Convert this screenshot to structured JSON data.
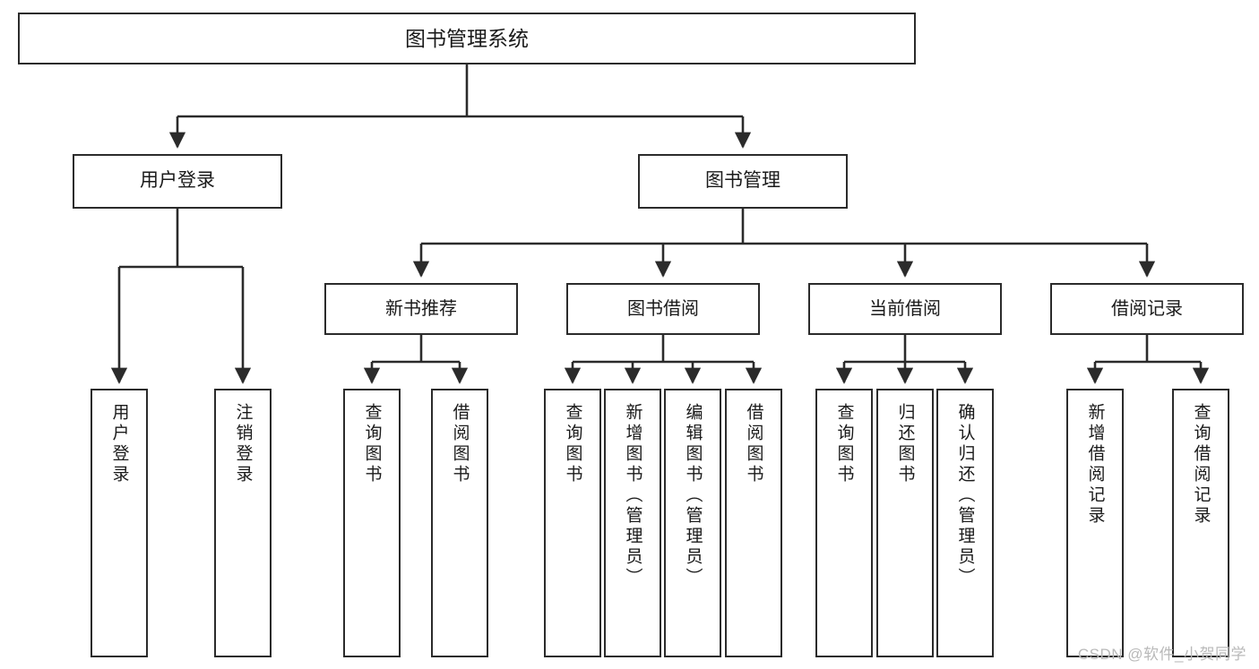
{
  "diagram": {
    "title": "图书管理系统",
    "type": "function-hierarchy-tree",
    "orientation": "top-down",
    "colors": {
      "box_border": "#2b2b2b",
      "box_fill": "#ffffff",
      "edge": "#2b2b2b",
      "text": "#1a1a1a",
      "watermark": "#b9b9b9",
      "background": "#ffffff"
    },
    "nodes": {
      "root": {
        "label": "图书管理系统",
        "level": 0
      },
      "l1": [
        {
          "id": "user-login",
          "label": "用户登录"
        },
        {
          "id": "book-manage",
          "label": "图书管理"
        }
      ],
      "l2": [
        {
          "id": "new-book-recommend",
          "label": "新书推荐",
          "parent": "book-manage"
        },
        {
          "id": "book-borrow",
          "label": "图书借阅",
          "parent": "book-manage"
        },
        {
          "id": "current-borrow",
          "label": "当前借阅",
          "parent": "book-manage"
        },
        {
          "id": "borrow-record",
          "label": "借阅记录",
          "parent": "book-manage"
        }
      ],
      "leaves": [
        {
          "id": "leaf-user-login",
          "label": "用户登录",
          "parent": "user-login"
        },
        {
          "id": "leaf-logout-login",
          "label": "注销登录",
          "parent": "user-login"
        },
        {
          "id": "leaf-query-book-1",
          "label": "查询图书",
          "parent": "new-book-recommend"
        },
        {
          "id": "leaf-borrow-book-1",
          "label": "借阅图书",
          "parent": "new-book-recommend"
        },
        {
          "id": "leaf-query-book-2",
          "label": "查询图书",
          "parent": "book-borrow"
        },
        {
          "id": "leaf-add-book",
          "label": "新增图书（管理员）",
          "parent": "book-borrow"
        },
        {
          "id": "leaf-edit-book",
          "label": "编辑图书（管理员）",
          "parent": "book-borrow"
        },
        {
          "id": "leaf-borrow-book-2",
          "label": "借阅图书",
          "parent": "book-borrow"
        },
        {
          "id": "leaf-query-book-3",
          "label": "查询图书",
          "parent": "current-borrow"
        },
        {
          "id": "leaf-return-book",
          "label": "归还图书",
          "parent": "current-borrow"
        },
        {
          "id": "leaf-confirm-return",
          "label": "确认归还（管理员）",
          "parent": "current-borrow"
        },
        {
          "id": "leaf-add-record",
          "label": "新增借阅记录",
          "parent": "borrow-record"
        },
        {
          "id": "leaf-query-record",
          "label": "查询借阅记录",
          "parent": "borrow-record"
        }
      ]
    },
    "watermark": "CSDN @软件_小贺同学"
  }
}
